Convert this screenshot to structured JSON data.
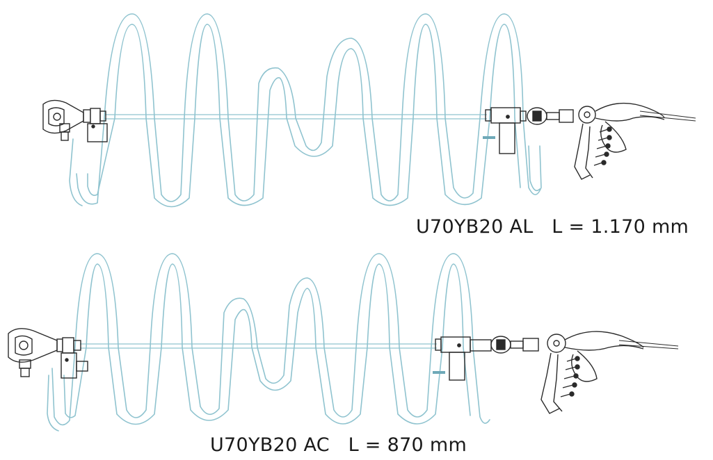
{
  "assemblies": [
    {
      "id": "top",
      "caption": "U70YB20 AL   L = 1.170 mm",
      "coil_turns": 6
    },
    {
      "id": "bottom",
      "caption": "U70YB20 AC   L = 870 mm",
      "coil_turns": 6
    }
  ],
  "colors": {
    "coil": "#8fc3cf",
    "metal": "#2a2a2a",
    "background": "#ffffff",
    "caption": "#1a1a1a"
  }
}
